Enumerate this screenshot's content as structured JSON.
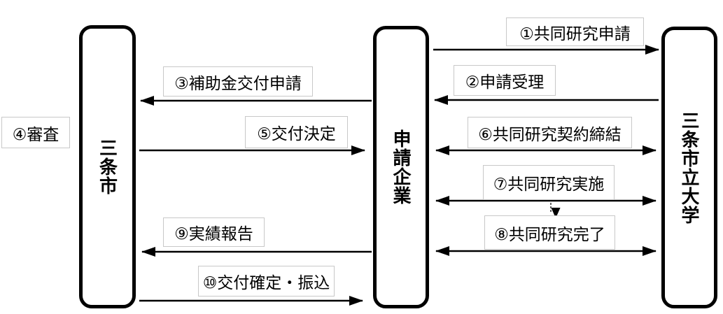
{
  "diagram": {
    "actors": [
      {
        "id": "city",
        "label": "三条市"
      },
      {
        "id": "company",
        "label": "申請企業"
      },
      {
        "id": "university",
        "label": "三条市立大学"
      }
    ],
    "steps": [
      {
        "label": "①共同研究申請",
        "from": "company",
        "to": "university",
        "arrow": "right"
      },
      {
        "label": "②申請受理",
        "from": "university",
        "to": "company",
        "arrow": "left"
      },
      {
        "label": "③補助金交付申請",
        "from": "company",
        "to": "city",
        "arrow": "left"
      },
      {
        "label": "④審査",
        "from": "city",
        "to": "city",
        "arrow": "none"
      },
      {
        "label": "⑤交付決定",
        "from": "city",
        "to": "company",
        "arrow": "right"
      },
      {
        "label": "⑥共同研究契約締結",
        "from": "company",
        "to": "university",
        "arrow": "both"
      },
      {
        "label": "⑦共同研究実施",
        "from": "company",
        "to": "university",
        "arrow": "both"
      },
      {
        "label": "⑧共同研究完了",
        "from": "company",
        "to": "university",
        "arrow": "both"
      },
      {
        "label": "⑨実績報告",
        "from": "company",
        "to": "city",
        "arrow": "left"
      },
      {
        "label": "⑩交付確定・振込",
        "from": "city",
        "to": "company",
        "arrow": "right"
      }
    ],
    "colors": {
      "line": "#000000",
      "box_border": "#000000",
      "label_border": "#c8c8c8",
      "background": "#ffffff",
      "text": "#000000"
    }
  }
}
